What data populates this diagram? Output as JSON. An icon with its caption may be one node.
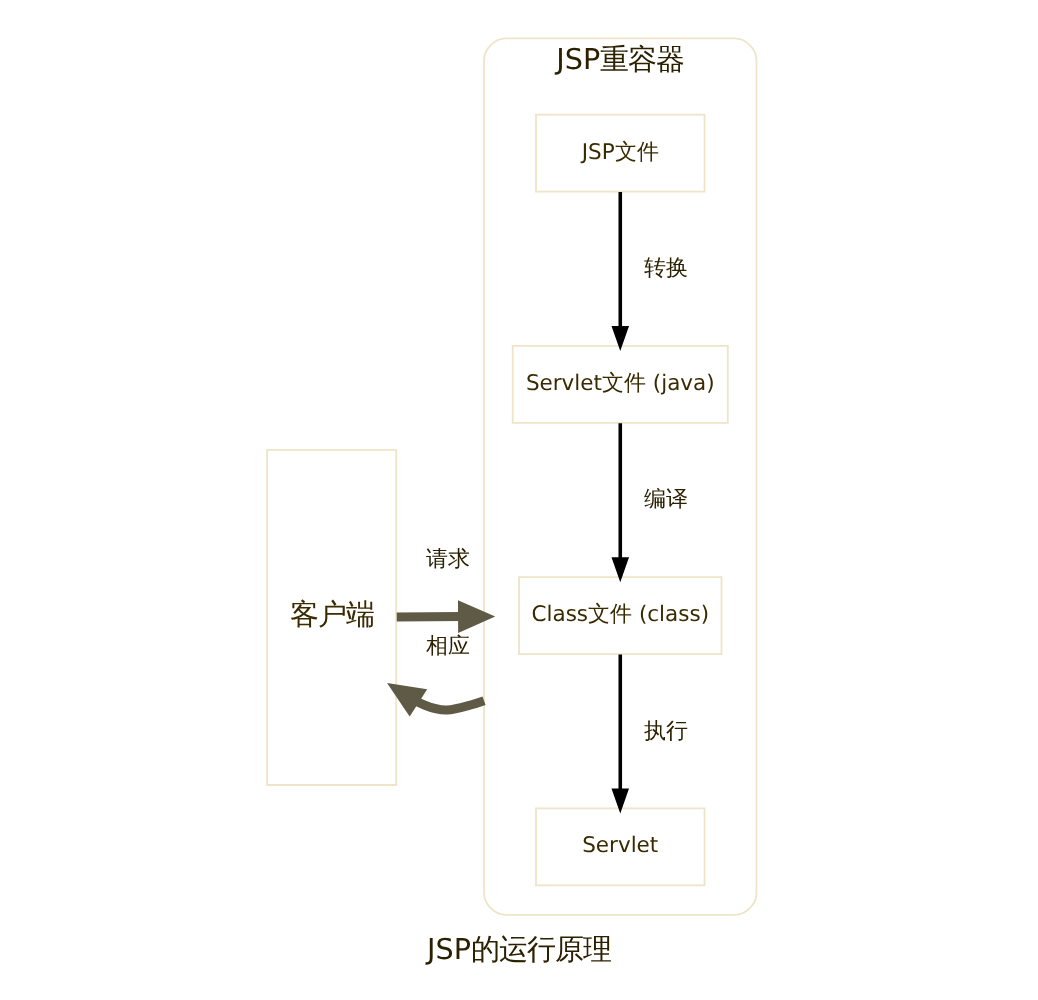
{
  "diagram": {
    "caption": "JSP的运行原理",
    "nodes": [
      {
        "text": [
          "客户端"
        ]
      },
      {
        "text": [
          "JSP重容器"
        ]
      },
      {
        "text": [
          "JSP文件"
        ],
        "in": 1
      },
      {
        "text": [
          "Servlet文件 (java)"
        ],
        "in": 1
      },
      {
        "text": [
          "Class文件 (class)"
        ],
        "in": 1
      },
      {
        "text": [
          "Servlet"
        ],
        "in": 1
      }
    ],
    "edges": [
      {
        "from": 0,
        "to": 1,
        "arrow": "to",
        "label": "请求",
        "style": "thick",
        "color": "#5f5a45"
      },
      {
        "from": 1,
        "to": 0,
        "arrow": "to",
        "label": "相应",
        "style": "thick",
        "color": "#5f5a45"
      },
      {
        "from": 2,
        "to": 3,
        "arrow": "to",
        "label": "转换"
      },
      {
        "from": 3,
        "to": 4,
        "arrow": "to",
        "label": "编译"
      },
      {
        "from": 4,
        "to": 5,
        "arrow": "to",
        "label": "执行"
      }
    ]
  }
}
